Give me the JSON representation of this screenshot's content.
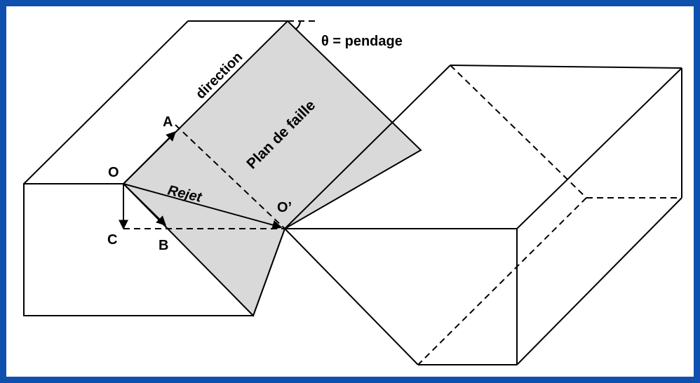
{
  "labels": {
    "theta": "θ = pendage",
    "direction": "direction",
    "fault_plane": "Plan de faille",
    "rejet": "Rejet",
    "point_A": "A",
    "point_O": "O",
    "point_O_prime": "O’",
    "point_B": "B",
    "point_C": "C"
  },
  "colors": {
    "frame": "#0f4fae",
    "background": "#ffffff",
    "fault_plane_fill": "#d9d9d9",
    "ink": "#000000"
  }
}
